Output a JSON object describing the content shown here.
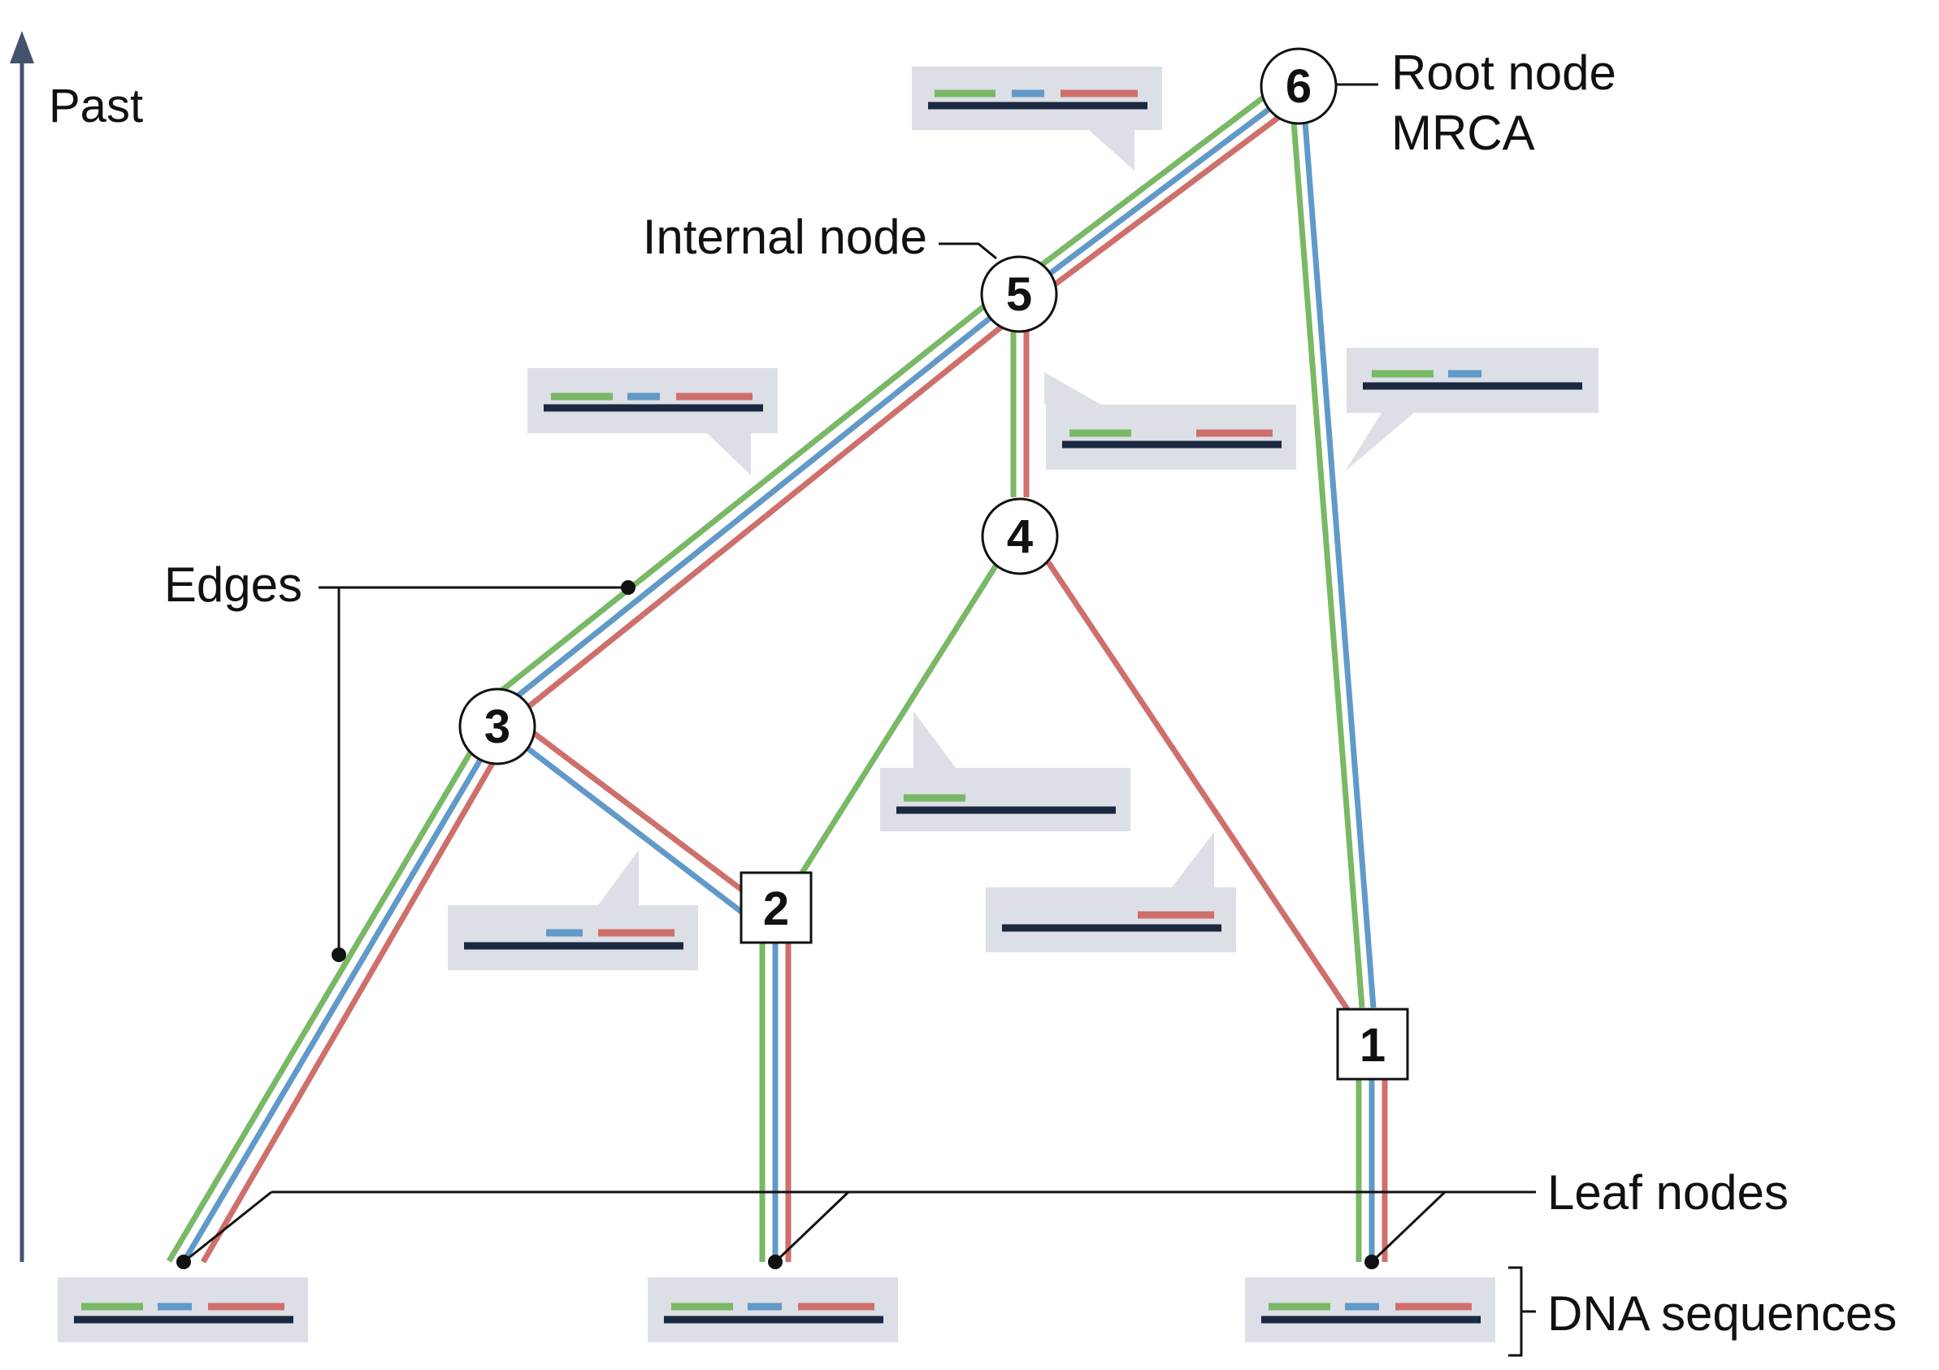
{
  "colors": {
    "green": "#79b865",
    "blue": "#6199c9",
    "red": "#cf6f6b",
    "sequence_base": "#1b2840",
    "box_fill": "#dcdfe6",
    "axis": "#44536b",
    "leader": "#111111"
  },
  "labels": {
    "past": "Past",
    "root_line1": "Root node",
    "root_line2": "MRCA",
    "internal": "Internal node",
    "edges": "Edges",
    "leaf": "Leaf nodes",
    "dna": "DNA sequences"
  },
  "nodes": {
    "n1": "1",
    "n2": "2",
    "n3": "3",
    "n4": "4",
    "n5": "5",
    "n6": "6"
  }
}
